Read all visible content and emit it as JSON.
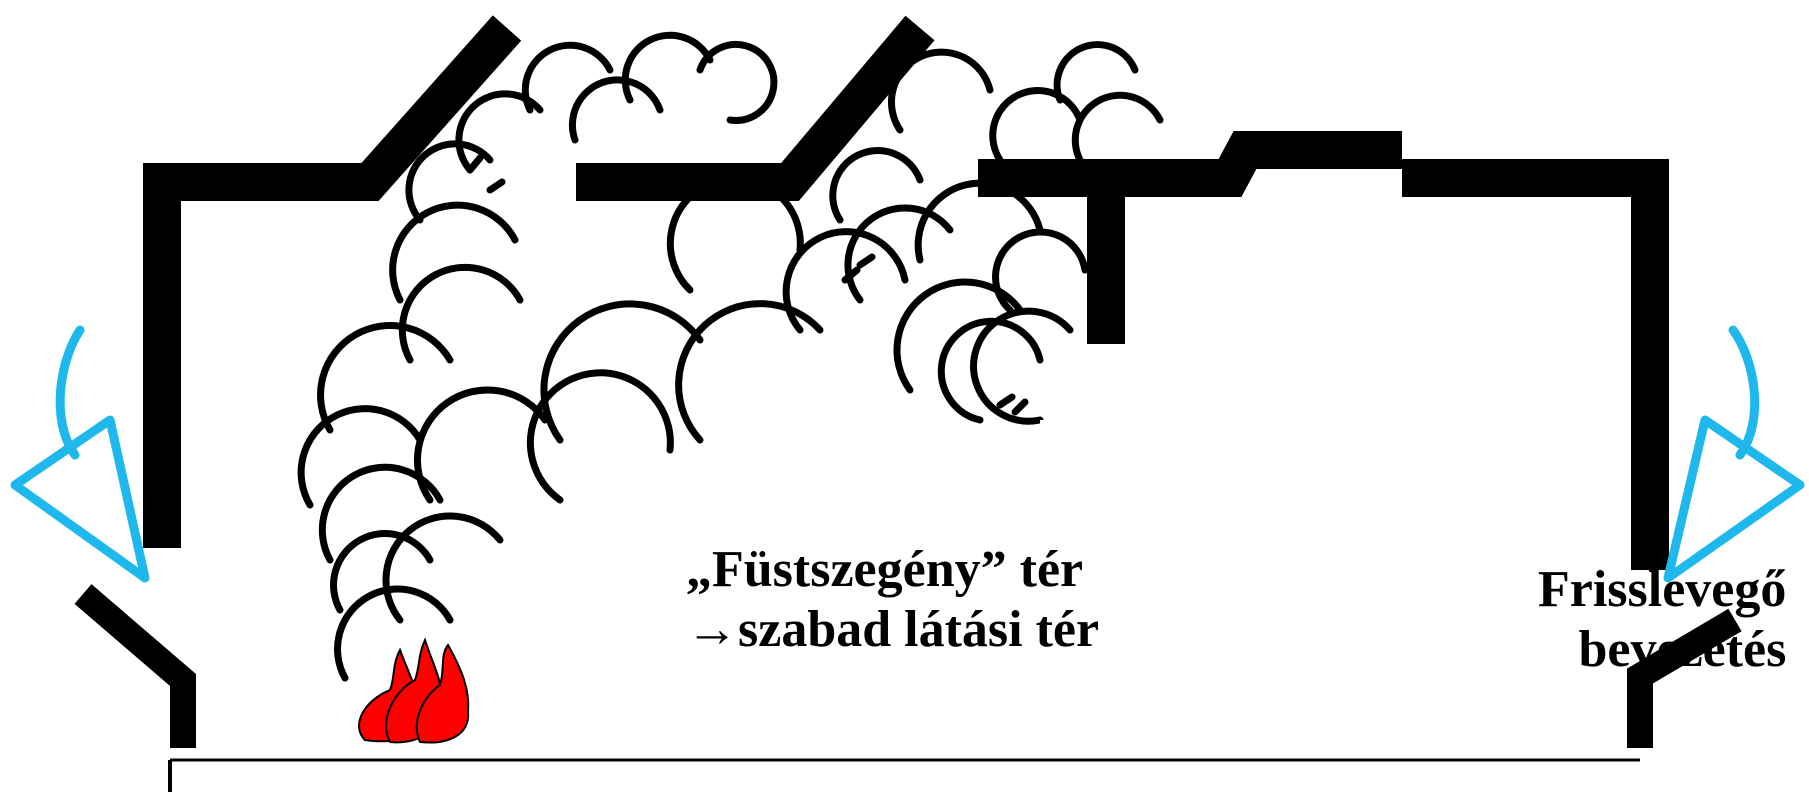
{
  "labels": {
    "smoke_poor_line1": "„Füstszegény” tér",
    "smoke_poor_line2": "→szabad látási tér",
    "fresh_air_line1": "Frisslevegő",
    "fresh_air_line2": "bevezetés"
  },
  "colors": {
    "wall": "#000000",
    "smoke": "#000000",
    "fire": "#ff0000",
    "airflow_arrow": "#1fb8ec"
  },
  "icons": {
    "fire": "flame-icon",
    "airflow": "curved-arrow-icon"
  }
}
